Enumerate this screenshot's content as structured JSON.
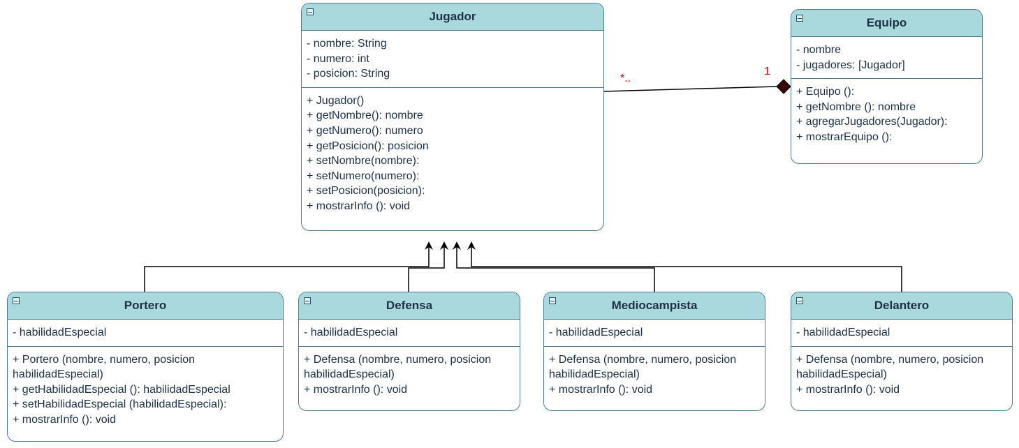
{
  "classes": {
    "jugador": {
      "name": "Jugador",
      "attributes": [
        "- nombre: String",
        "- numero: int",
        "- posicion: String"
      ],
      "methods": [
        "+ Jugador()",
        "+ getNombre(): nombre",
        "+ getNumero(): numero",
        "+ getPosicion(): posicion",
        "+ setNombre(nombre):",
        "+ setNumero(numero):",
        "+ setPosicion(posicion):",
        "+ mostrarInfo (): void"
      ]
    },
    "equipo": {
      "name": "Equipo",
      "attributes": [
        "- nombre",
        "- jugadores: [Jugador]"
      ],
      "methods": [
        "+ Equipo ():",
        "+ getNombre (): nombre",
        "+ agregarJugadores(Jugador):",
        "+ mostrarEquipo ():"
      ]
    },
    "portero": {
      "name": "Portero",
      "attributes": [
        "- habilidadEspecial"
      ],
      "methods": [
        "+ Portero (nombre, numero, posicion habilidadEspecial)",
        "+ getHabilidadEspecial (): habilidadEspecial",
        "+ setHabilidadEspecial (habilidadEspecial):",
        "+ mostrarInfo (): void"
      ]
    },
    "defensa": {
      "name": "Defensa",
      "attributes": [
        "- habilidadEspecial"
      ],
      "methods": [
        "+ Defensa (nombre, numero, posicion habilidadEspecial)",
        "+ mostrarInfo (): void"
      ]
    },
    "mediocampista": {
      "name": "Mediocampista",
      "attributes": [
        "- habilidadEspecial"
      ],
      "methods": [
        "+ Defensa (nombre, numero, posicion habilidadEspecial)",
        "+ mostrarInfo (): void"
      ]
    },
    "delantero": {
      "name": "Delantero",
      "attributes": [
        "- habilidadEspecial"
      ],
      "methods": [
        "+ Defensa (nombre, numero, posicion habilidadEspecial)",
        "+ mostrarInfo (): void"
      ]
    }
  },
  "association": {
    "from_multiplicity": "*..",
    "to_multiplicity": "1"
  },
  "colors": {
    "header_fill": "#a9d9dc",
    "border": "#4f7b94",
    "text": "#1e3046",
    "multiplicity": "#cc0000",
    "diamond": "#3a0a0a"
  }
}
